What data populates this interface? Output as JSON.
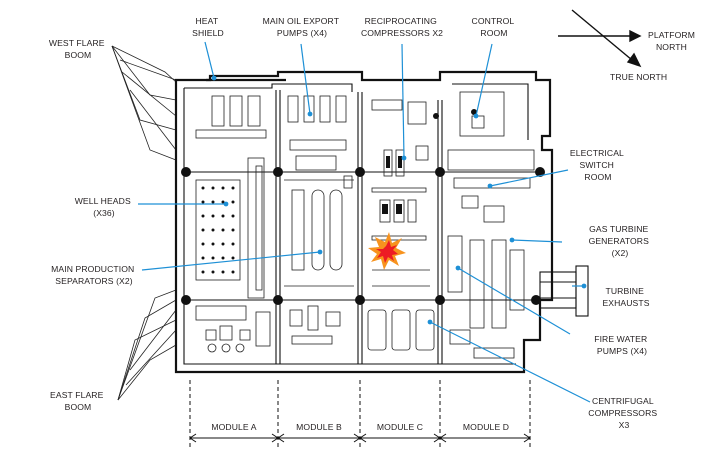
{
  "labels": {
    "heat_shield": [
      "HEAT",
      "SHIELD"
    ],
    "main_oil_export": [
      "MAIN OIL EXPORT",
      "PUMPS (X4)"
    ],
    "recip_compressors": [
      "RECIPROCATING",
      "COMPRESSORS X2"
    ],
    "control_room": [
      "CONTROL",
      "ROOM"
    ],
    "platform_north": [
      "PLATFORM",
      "NORTH"
    ],
    "true_north": [
      "TRUE NORTH"
    ],
    "west_flare": [
      "WEST FLARE",
      "BOOM"
    ],
    "well_heads": [
      "WELL HEADS",
      "(X36)"
    ],
    "main_production": [
      "MAIN PRODUCTION",
      "SEPARATORS (X2)"
    ],
    "east_flare": [
      "EAST FLARE",
      "BOOM"
    ],
    "electrical_switch": [
      "ELECTRICAL",
      "SWITCH",
      "ROOM"
    ],
    "gas_turbine": [
      "GAS TURBINE",
      "GENERATORS",
      "(X2)"
    ],
    "turbine_exhausts": [
      "TURBINE",
      "EXHAUSTS"
    ],
    "fire_water": [
      "FIRE WATER",
      "PUMPS (X4)"
    ],
    "centrifugal": [
      "CENTRIFUGAL",
      "COMPRESSORS",
      "X3"
    ]
  },
  "modules": [
    "MODULE A",
    "MODULE B",
    "MODULE C",
    "MODULE D"
  ],
  "colors": {
    "leader": "#1e90d6",
    "line": "#111111",
    "explosion_outer": "#f7931e",
    "explosion_inner": "#ed1c24"
  }
}
